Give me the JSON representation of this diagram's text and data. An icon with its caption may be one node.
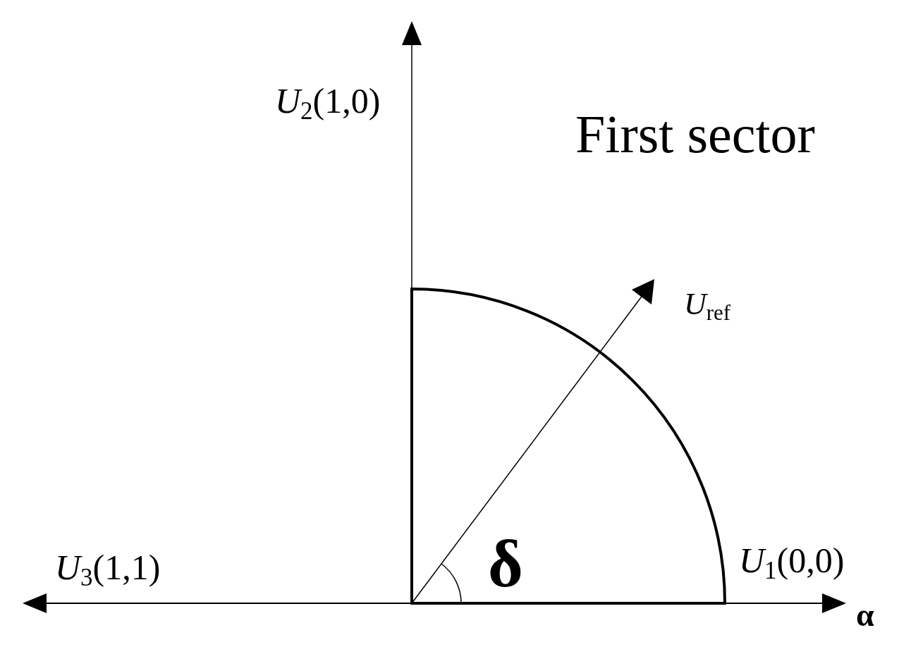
{
  "diagram": {
    "labels": [
      "*U*$_{2}$(1,0)",
      "First sector",
      "*U*$_{ref}$",
      "*U*$_{3}$(1,1)",
      "*U*$_{1}$(0,0)",
      "δ",
      "α"
    ]
  }
}
